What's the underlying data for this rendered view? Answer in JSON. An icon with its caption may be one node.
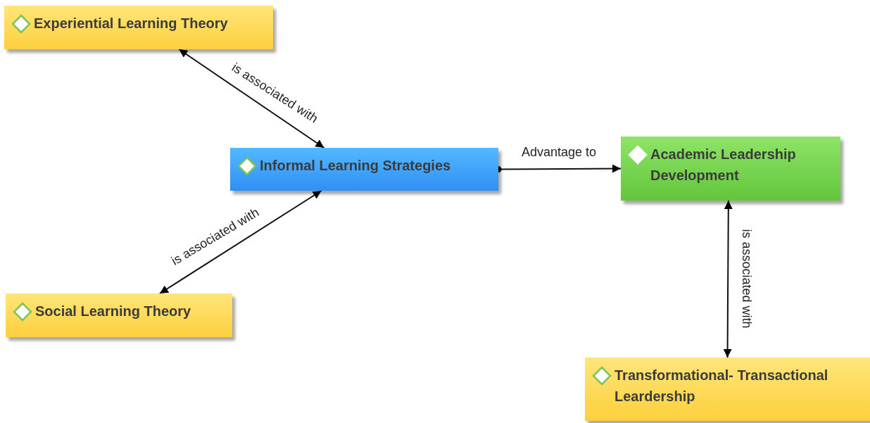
{
  "diagram": {
    "nodes": [
      {
        "text": [
          "Experiential Learning Theory"
        ]
      },
      {
        "text": [
          "Informal Learning Strategies"
        ]
      },
      {
        "text": [
          "Academic Leadership Development"
        ]
      },
      {
        "text": [
          "Social Learning Theory"
        ]
      },
      {
        "text": [
          "Transformational- Transactional Leardership"
        ]
      }
    ],
    "edges": [
      {
        "from": 1,
        "to": 0,
        "arrow": "both",
        "label": "is associated with"
      },
      {
        "from": 1,
        "to": 3,
        "arrow": "both",
        "label": "is associated with"
      },
      {
        "from": 1,
        "to": 2,
        "arrow": "to",
        "label": "Advantage to"
      },
      {
        "from": 2,
        "to": 4,
        "arrow": "both",
        "label": "is associated with"
      }
    ]
  }
}
